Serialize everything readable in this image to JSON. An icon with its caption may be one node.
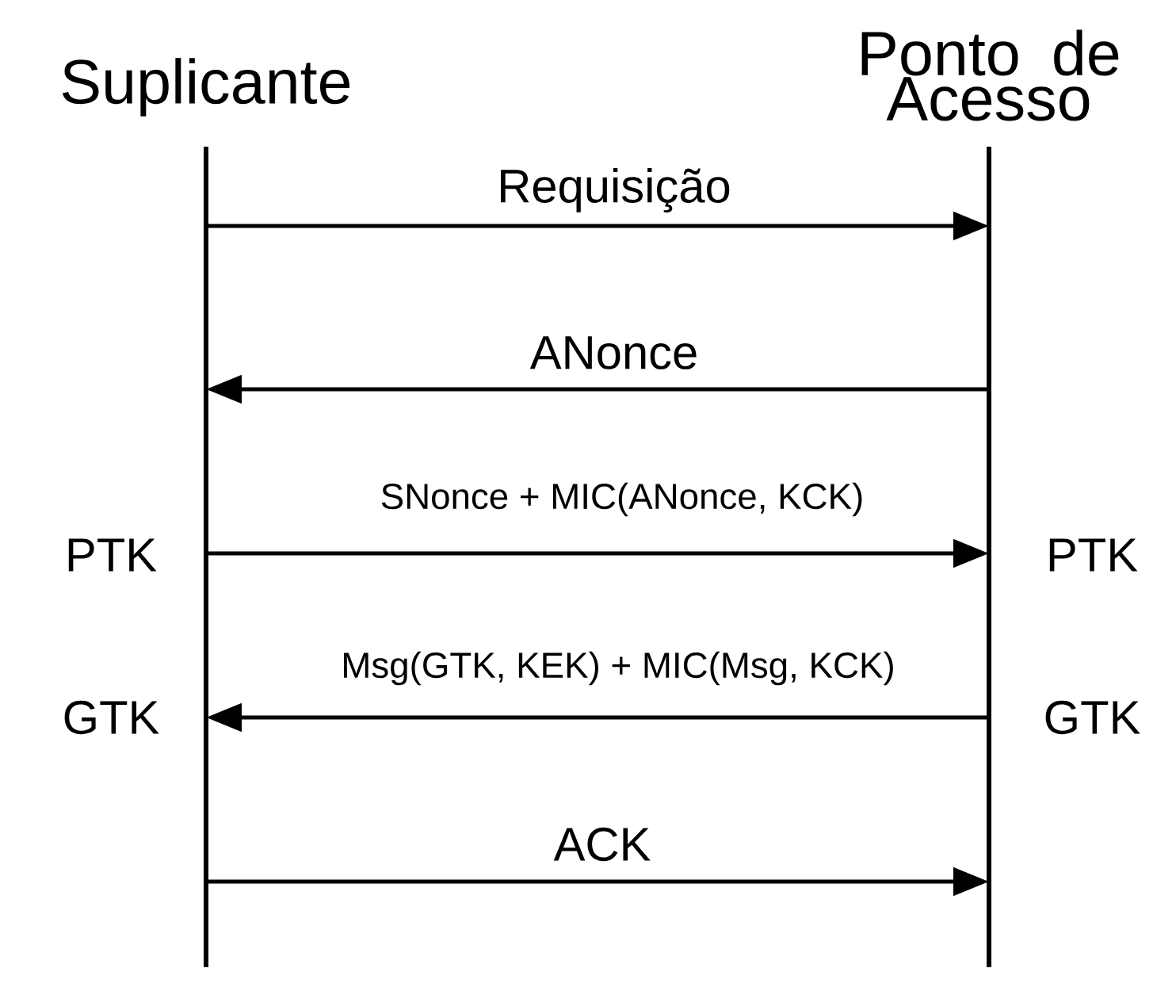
{
  "diagram": {
    "nodes": [
      {
        "text": [
          "Suplicante"
        ]
      },
      {
        "text": [
          "Ponto de Acesso"
        ]
      }
    ],
    "edges": [
      {
        "from": 0,
        "to": 1,
        "arrow": "to",
        "label": "Requisição"
      },
      {
        "from": 1,
        "to": 0,
        "arrow": "to",
        "label": "ANonce"
      },
      {
        "from": 0,
        "to": 1,
        "arrow": "to",
        "label": "SNonce + MIC(ANonce, KCK)"
      },
      {
        "from": 1,
        "to": 0,
        "arrow": "to",
        "label": "Msg(GTK, KEK) + MIC(Msg, KCK)"
      },
      {
        "from": 0,
        "to": 1,
        "arrow": "to",
        "label": "ACK"
      }
    ],
    "labels": [
      "PTK",
      "PTK",
      "GTK",
      "GTK"
    ]
  }
}
